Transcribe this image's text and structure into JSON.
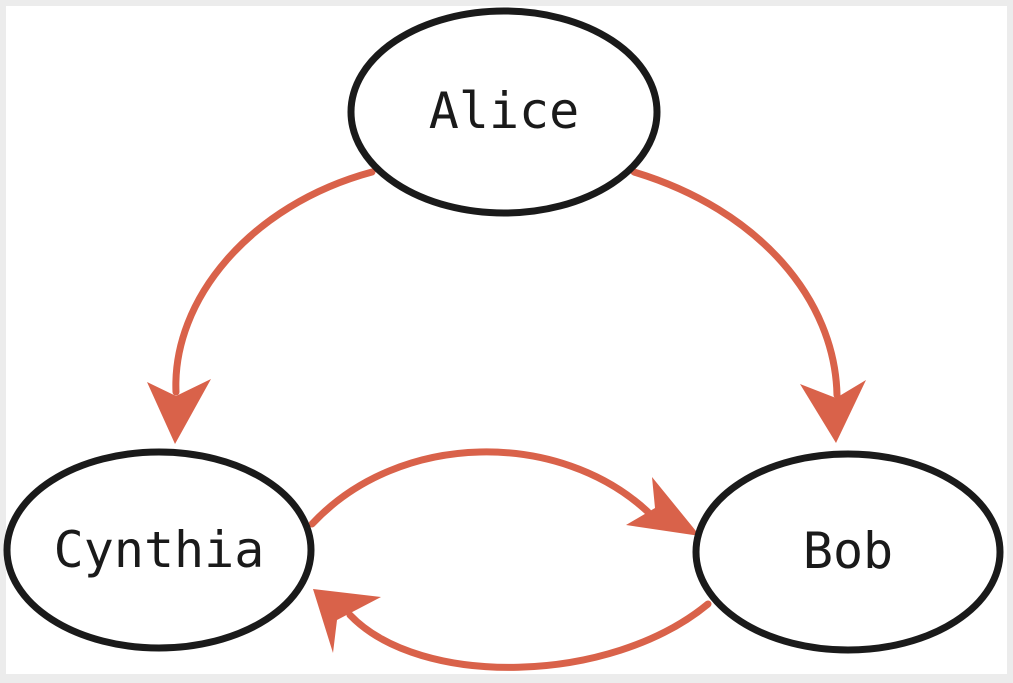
{
  "diagram": {
    "colors": {
      "background": "#ffffff",
      "frame": "#ececec",
      "node_stroke": "#1a1a1a",
      "node_fill": "#ffffff",
      "edge": "#d9624a"
    },
    "nodes": [
      {
        "id": "alice",
        "label": "Alice"
      },
      {
        "id": "bob",
        "label": "Bob"
      },
      {
        "id": "cynthia",
        "label": "Cynthia"
      }
    ],
    "edges": [
      {
        "from": "alice",
        "to": "cynthia"
      },
      {
        "from": "alice",
        "to": "bob"
      },
      {
        "from": "cynthia",
        "to": "bob"
      },
      {
        "from": "bob",
        "to": "cynthia"
      }
    ]
  }
}
